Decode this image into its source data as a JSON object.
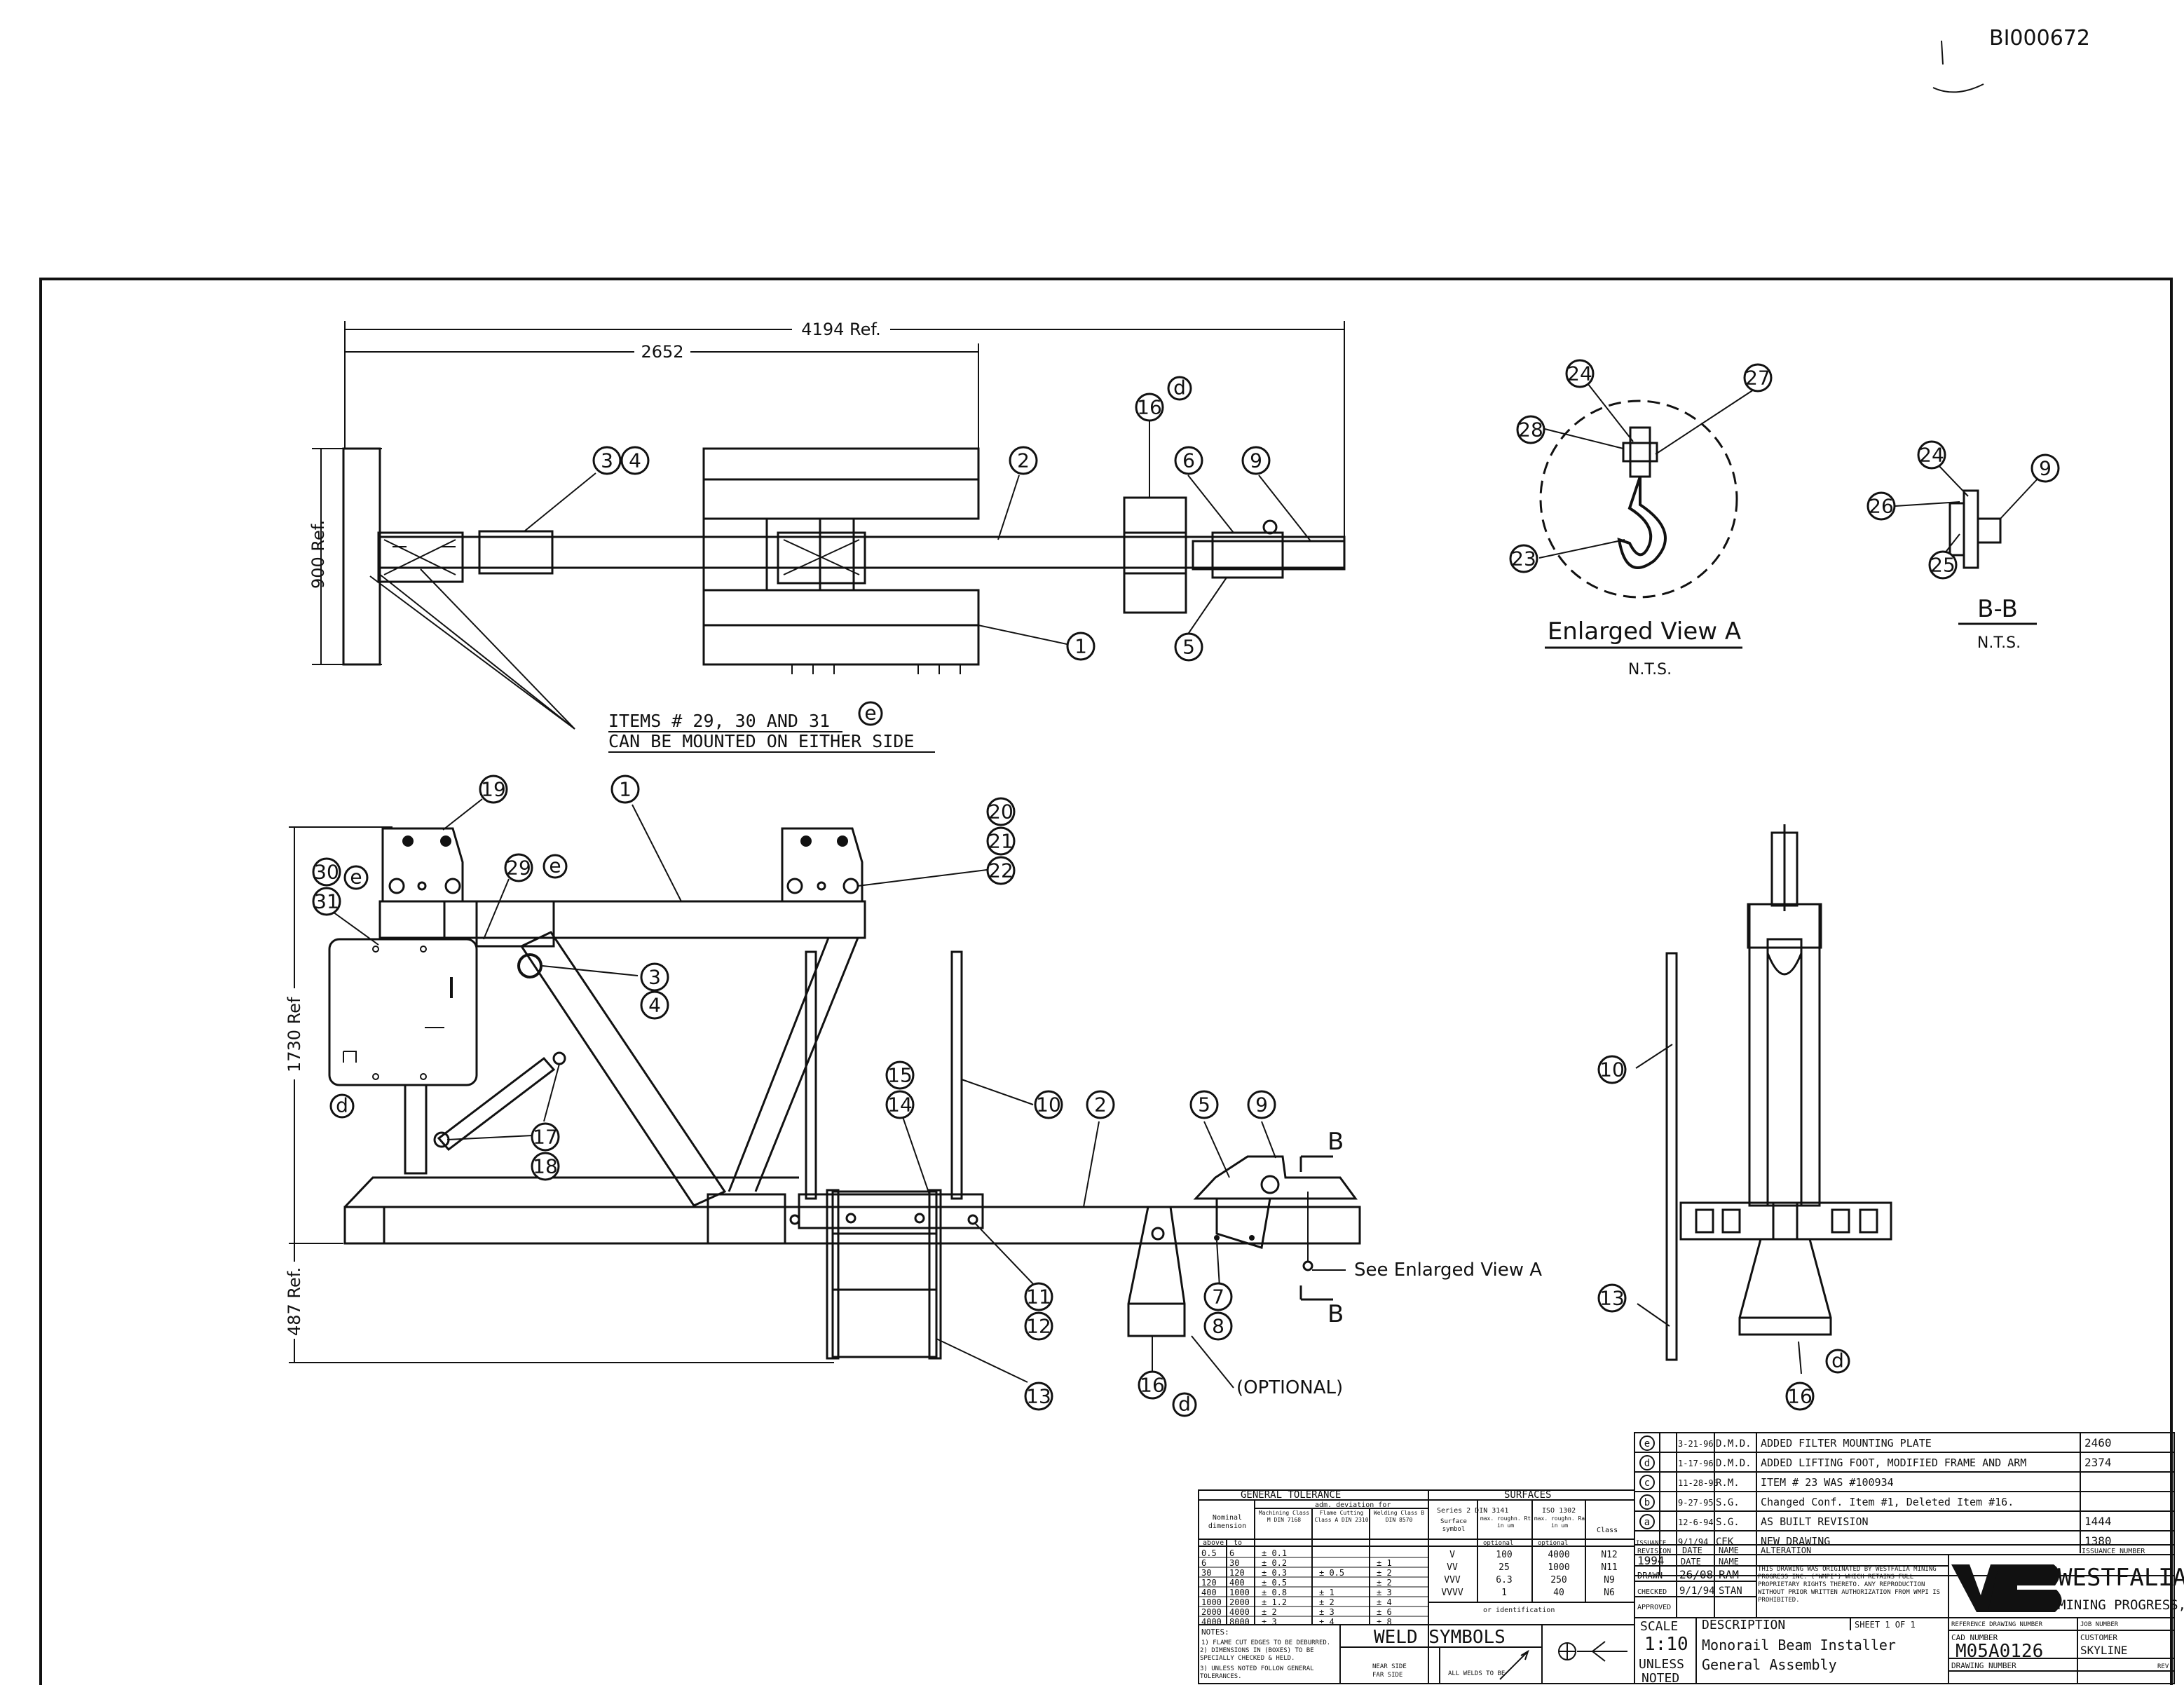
{
  "header": {
    "doc_id": "BI000672"
  },
  "top_view": {
    "dim_overall": "4194 Ref.",
    "dim_partial": "2652",
    "dim_height": "900 Ref.",
    "note_line1": "ITEMS # 29, 30 AND 31",
    "note_line2": "CAN BE MOUNTED ON EITHER SIDE",
    "callouts": {
      "c3": "3",
      "c4": "4",
      "c2": "2",
      "c16": "16",
      "cd": "d",
      "c6": "6",
      "c9": "9",
      "c1": "1",
      "c5": "5",
      "ce": "e"
    }
  },
  "enlarged_view": {
    "title": "Enlarged View A",
    "scale": "N.T.S.",
    "callouts": {
      "c24": "24",
      "c27": "27",
      "c28": "28",
      "c23": "23"
    }
  },
  "section_bb": {
    "title": "B-B",
    "scale": "N.T.S.",
    "callouts": {
      "c24": "24",
      "c9": "9",
      "c26": "26",
      "c25": "25"
    }
  },
  "side_view": {
    "dim_height": "1730 Ref",
    "dim_foot": "487 Ref.",
    "section_mark": "B",
    "see_view": "See  Enlarged View A",
    "optional": "(OPTIONAL)",
    "callouts": {
      "c19": "19",
      "c1": "1",
      "c20": "20",
      "c21": "21",
      "c22": "22",
      "c30": "30",
      "c31": "31",
      "c29": "29",
      "ce1": "e",
      "ce2": "e",
      "c3": "3",
      "c4": "4",
      "c17": "17",
      "c18": "18",
      "cd": "d",
      "c15": "15",
      "c14": "14",
      "c10": "10",
      "c2": "2",
      "c5": "5",
      "c9": "9",
      "c11": "11",
      "c12": "12",
      "c13": "13",
      "c7": "7",
      "c8": "8",
      "c16": "16",
      "cd2": "d"
    }
  },
  "end_view": {
    "callouts": {
      "c10": "10",
      "c13": "13",
      "c16": "16",
      "cd": "d"
    }
  },
  "revisions": [
    {
      "mark": "e",
      "date": "3-21-96",
      "name": "D.M.D.",
      "text": "ADDED FILTER MOUNTING PLATE",
      "issue": "2460"
    },
    {
      "mark": "d",
      "date": "1-17-96",
      "name": "D.M.D.",
      "text": "ADDED LIFTING FOOT, MODIFIED FRAME AND ARM",
      "issue": "2374"
    },
    {
      "mark": "c",
      "date": "11-28-95",
      "name": "R.M.",
      "text": "ITEM # 23 WAS #100934",
      "issue": ""
    },
    {
      "mark": "b",
      "date": "9-27-95",
      "name": "S.G.",
      "text": "Changed Conf. Item #1, Deleted Item #16.",
      "issue": ""
    },
    {
      "mark": "a",
      "date": "12-6-94",
      "name": "S.G.",
      "text": "AS BUILT REVISION",
      "issue": "1444"
    },
    {
      "mark": "ISSUANCE",
      "date": "9/1/94",
      "name": "CEK",
      "text": "NEW DRAWING",
      "issue": "1380"
    }
  ],
  "rev_header": {
    "col1": "REVISION",
    "col2": "DATE",
    "col3": "NAME",
    "col4": "ALTERATION",
    "col5": "ISSUANCE NUMBER"
  },
  "approvals": {
    "year": "1994",
    "date_label": "DATE",
    "name_label": "NAME",
    "drawn_label": "DRAWN",
    "drawn_date": "26/08",
    "drawn_name": "RAM",
    "checked_label": "CHECKED",
    "checked_date": "9/1/94",
    "checked_name": "STAN",
    "approved_label": "APPROVED",
    "notice": "THIS DRAWING WAS ORIGINATED BY WESTFALIA MINING PROGRESS INC. (\"WMPI\") WHICH RETAINS FULL PROPRIETARY RIGHTS THERETO. ANY REPRODUCTION WITHOUT PRIOR WRITTEN AUTHORIZATION FROM WMPI IS PROHIBITED."
  },
  "company": {
    "name1": "WESTFALIA",
    "name2": "MINING PROGRESS, INC."
  },
  "title_block": {
    "scale_label": "SCALE",
    "scale": "1:10",
    "unless": "UNLESS",
    "noted": "NOTED",
    "desc_label": "DESCRIPTION",
    "sheet": "SHEET 1 OF 1",
    "desc1": "Monorail Beam Installer",
    "desc2": "General Assembly",
    "ref_label": "REFERENCE DRAWING NUMBER",
    "job_label": "JOB NUMBER",
    "cad_label": "CAD NUMBER",
    "cad": "M05A0126",
    "customer_label": "CUSTOMER",
    "customer": "SKYLINE",
    "drawing_label": "DRAWING NUMBER",
    "rev_label": "REV."
  },
  "tolerance": {
    "title": "GENERAL TOLERANCE",
    "sub": "adm. deviation for",
    "nominal": "Nominal dimension",
    "machining": "Machining Class M DIN 7168",
    "flame": "Flame Cutting Class A DIN 2310",
    "welding": "Welding Class B DIN 8570",
    "above": "above",
    "to": "to",
    "rows": [
      [
        "0.5",
        "6",
        "± 0.1",
        "",
        ""
      ],
      [
        "6",
        "30",
        "± 0.2",
        "",
        "± 1"
      ],
      [
        "30",
        "120",
        "± 0.3",
        "± 0.5",
        "± 2"
      ],
      [
        "120",
        "400",
        "± 0.5",
        "",
        "± 2"
      ],
      [
        "400",
        "1000",
        "± 0.8",
        "± 1",
        "± 3"
      ],
      [
        "1000",
        "2000",
        "± 1.2",
        "± 2",
        "± 4"
      ],
      [
        "2000",
        "4000",
        "± 2",
        "± 3",
        "± 6"
      ],
      [
        "4000",
        "8000",
        "± 3",
        "± 4",
        "± 8"
      ]
    ],
    "notes_title": "NOTES:",
    "note1": "1) FLAME CUT EDGES TO BE DEBURRED.",
    "note2": "2) DIMENSIONS IN (BOXES) TO BE SPECIALLY CHECKED & HELD.",
    "note3": "3) UNLESS NOTED FOLLOW GENERAL TOLERANCES."
  },
  "surfaces": {
    "title": "SURFACES",
    "series": "Series 2 DIN 3141",
    "iso": "ISO 1302",
    "symbol": "Surface symbol",
    "rt": "max. roughn. Rt in um",
    "ra": "max. roughn. Ra in um",
    "cls": "Class",
    "optional": "optional",
    "rows": [
      [
        "V",
        "100",
        "4000",
        "N12"
      ],
      [
        "VV",
        "25",
        "1000",
        "N11"
      ],
      [
        "VVV",
        "6.3",
        "250",
        "N9"
      ],
      [
        "VVVV",
        "1",
        "40",
        "N6"
      ]
    ],
    "ident": "or identification"
  },
  "weld": {
    "title": "WELD SYMBOLS",
    "near": "NEAR SIDE",
    "far": "FAR SIDE",
    "all": "ALL WELDS TO BE"
  }
}
